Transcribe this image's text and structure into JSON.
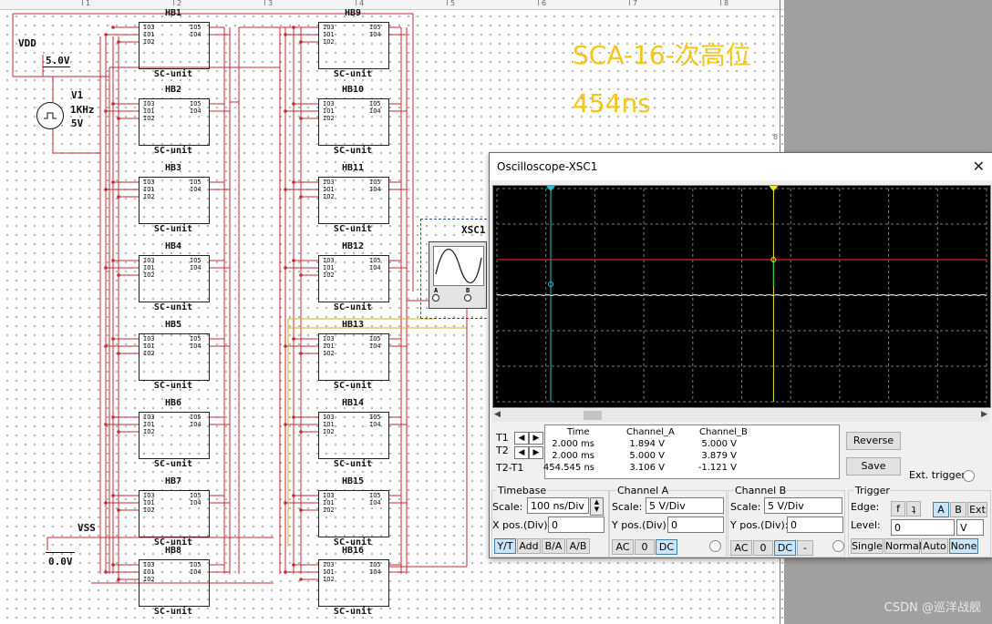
{
  "annotations": {
    "title": "SCA-16-次高位",
    "time": "454ns"
  },
  "watermark": "CSDN @巡洋战舰",
  "ruler_ticks": [
    "1",
    "2",
    "3",
    "4",
    "5",
    "6",
    "7",
    "8"
  ],
  "side_marker": "8",
  "schematic": {
    "vdd_label": "VDD",
    "vdd_value": "5.0V",
    "v1_name": "V1",
    "v1_freq": "1KHz",
    "v1_amp": "5V",
    "vss_label": "VSS",
    "vss_value": "0.0V",
    "xsc_label": "XSC1",
    "unit_label": "SC-unit",
    "pins_left": [
      "IO3",
      "IO1",
      "IO2"
    ],
    "pins_right": [
      "IO5",
      "IO4"
    ],
    "units_col1": [
      "HB1",
      "HB2",
      "HB3",
      "HB4",
      "HB5",
      "HB6",
      "HB7",
      "HB8"
    ],
    "units_col2": [
      "HB9",
      "HB10",
      "HB11",
      "HB12",
      "HB13",
      "HB14",
      "HB15",
      "HB16"
    ],
    "probe_a": "A",
    "probe_b": "B"
  },
  "oscilloscope": {
    "title": "Oscilloscope-XSC1",
    "close": "✕",
    "t1_label": "T1",
    "t2_label": "T2",
    "t2t1_label": "T2-T1",
    "headers": [
      "Time",
      "Channel_A",
      "Channel_B"
    ],
    "rows": [
      [
        "2.000 ms",
        "1.894 V",
        "5.000 V"
      ],
      [
        "2.000 ms",
        "5.000 V",
        "3.879 V"
      ],
      [
        "454.545 ns",
        "3.106 V",
        "-1.121 V"
      ]
    ],
    "reverse": "Reverse",
    "save": "Save",
    "ext_trigger": "Ext. trigger",
    "timebase": {
      "title": "Timebase",
      "scale_label": "Scale:",
      "scale": "100 ns/Div",
      "xpos_label": "X pos.(Div):",
      "xpos": "0",
      "modes": [
        "Y/T",
        "Add",
        "B/A",
        "A/B"
      ],
      "active_mode": "Y/T"
    },
    "channel_a": {
      "title": "Channel A",
      "scale_label": "Scale:",
      "scale": "5  V/Div",
      "ypos_label": "Y pos.(Div):",
      "ypos": "0",
      "coupling": [
        "AC",
        "0",
        "DC"
      ],
      "active": "DC"
    },
    "channel_b": {
      "title": "Channel B",
      "scale_label": "Scale:",
      "scale": "5  V/Div",
      "ypos_label": "Y pos.(Div):",
      "ypos": "0",
      "coupling": [
        "AC",
        "0",
        "DC",
        "-"
      ],
      "active": "DC"
    },
    "trigger": {
      "title": "Trigger",
      "edge_label": "Edge:",
      "edge_buttons": [
        "f",
        "ʇ"
      ],
      "sources": [
        "A",
        "B",
        "Ext"
      ],
      "active_source": "A",
      "level_label": "Level:",
      "level": "0",
      "level_unit": "V",
      "modes": [
        "Single",
        "Normal",
        "Auto",
        "None"
      ],
      "active_mode": "None"
    },
    "colors": {
      "channel_a": "#e02020",
      "channel_b": "#f2f2f2",
      "cursor1": "#1ec8d2",
      "cursor2": "#f2e92a",
      "grid": "#7a7a7a"
    }
  }
}
